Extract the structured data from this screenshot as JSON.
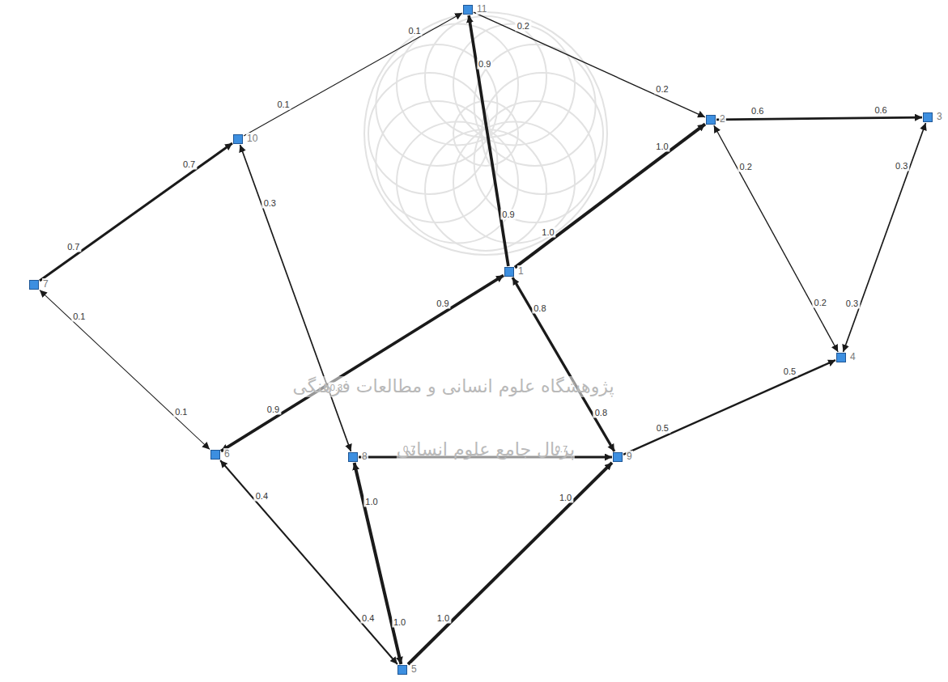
{
  "diagram": {
    "nodes": [
      {
        "text": [
          "1"
        ]
      },
      {
        "text": [
          "2"
        ]
      },
      {
        "text": [
          "3"
        ]
      },
      {
        "text": [
          "4"
        ]
      },
      {
        "text": [
          "5"
        ]
      },
      {
        "text": [
          "6"
        ]
      },
      {
        "text": [
          "7"
        ]
      },
      {
        "text": [
          "8"
        ]
      },
      {
        "text": [
          "9"
        ]
      },
      {
        "text": [
          "10"
        ]
      },
      {
        "text": [
          "11"
        ]
      }
    ],
    "edges": [
      {
        "from": 9,
        "to": 10,
        "arrow": "to",
        "label": "0.1"
      },
      {
        "from": 10,
        "to": 1,
        "arrow": "to",
        "label": "0.2"
      },
      {
        "from": 0,
        "to": 10,
        "arrow": "to",
        "label": "0.9"
      },
      {
        "from": 0,
        "to": 1,
        "arrow": "to",
        "label": "1.0"
      },
      {
        "from": 1,
        "to": 2,
        "arrow": "to",
        "label": "0.6"
      },
      {
        "from": 1,
        "to": 3,
        "arrow": "both",
        "label": "0.2"
      },
      {
        "from": 3,
        "to": 2,
        "arrow": "both",
        "label": "0.3"
      },
      {
        "from": 6,
        "to": 9,
        "arrow": "to",
        "label": "0.7"
      },
      {
        "from": 5,
        "to": 6,
        "arrow": "both",
        "label": "0.1"
      },
      {
        "from": 9,
        "to": 7,
        "arrow": "both",
        "label": "0.3"
      },
      {
        "from": 0,
        "to": 5,
        "arrow": "both",
        "label": "0.9"
      },
      {
        "from": 0,
        "to": 8,
        "arrow": "both",
        "label": "0.8"
      },
      {
        "from": 7,
        "to": 8,
        "arrow": "to",
        "label": "0.7"
      },
      {
        "from": 4,
        "to": 7,
        "arrow": "both",
        "label": "1.0"
      },
      {
        "from": 4,
        "to": 8,
        "arrow": "to",
        "label": "1.0"
      },
      {
        "from": 4,
        "to": 5,
        "arrow": "both",
        "label": "0.4"
      },
      {
        "from": 8,
        "to": 3,
        "arrow": "to",
        "label": "0.5"
      }
    ],
    "labels": [
      "0.1",
      "0.2",
      "0.9",
      "1.0",
      "0.6",
      "0.2",
      "0.3",
      "0.7",
      "0.1",
      "0.3",
      "0.9",
      "0.8",
      "0.7",
      "1.0",
      "1.0",
      "0.4",
      "0.5",
      "پژوهشگاه علوم انسانی و مطالعات فرهنگی",
      "پرتال جامع علوم انسانی"
    ]
  }
}
